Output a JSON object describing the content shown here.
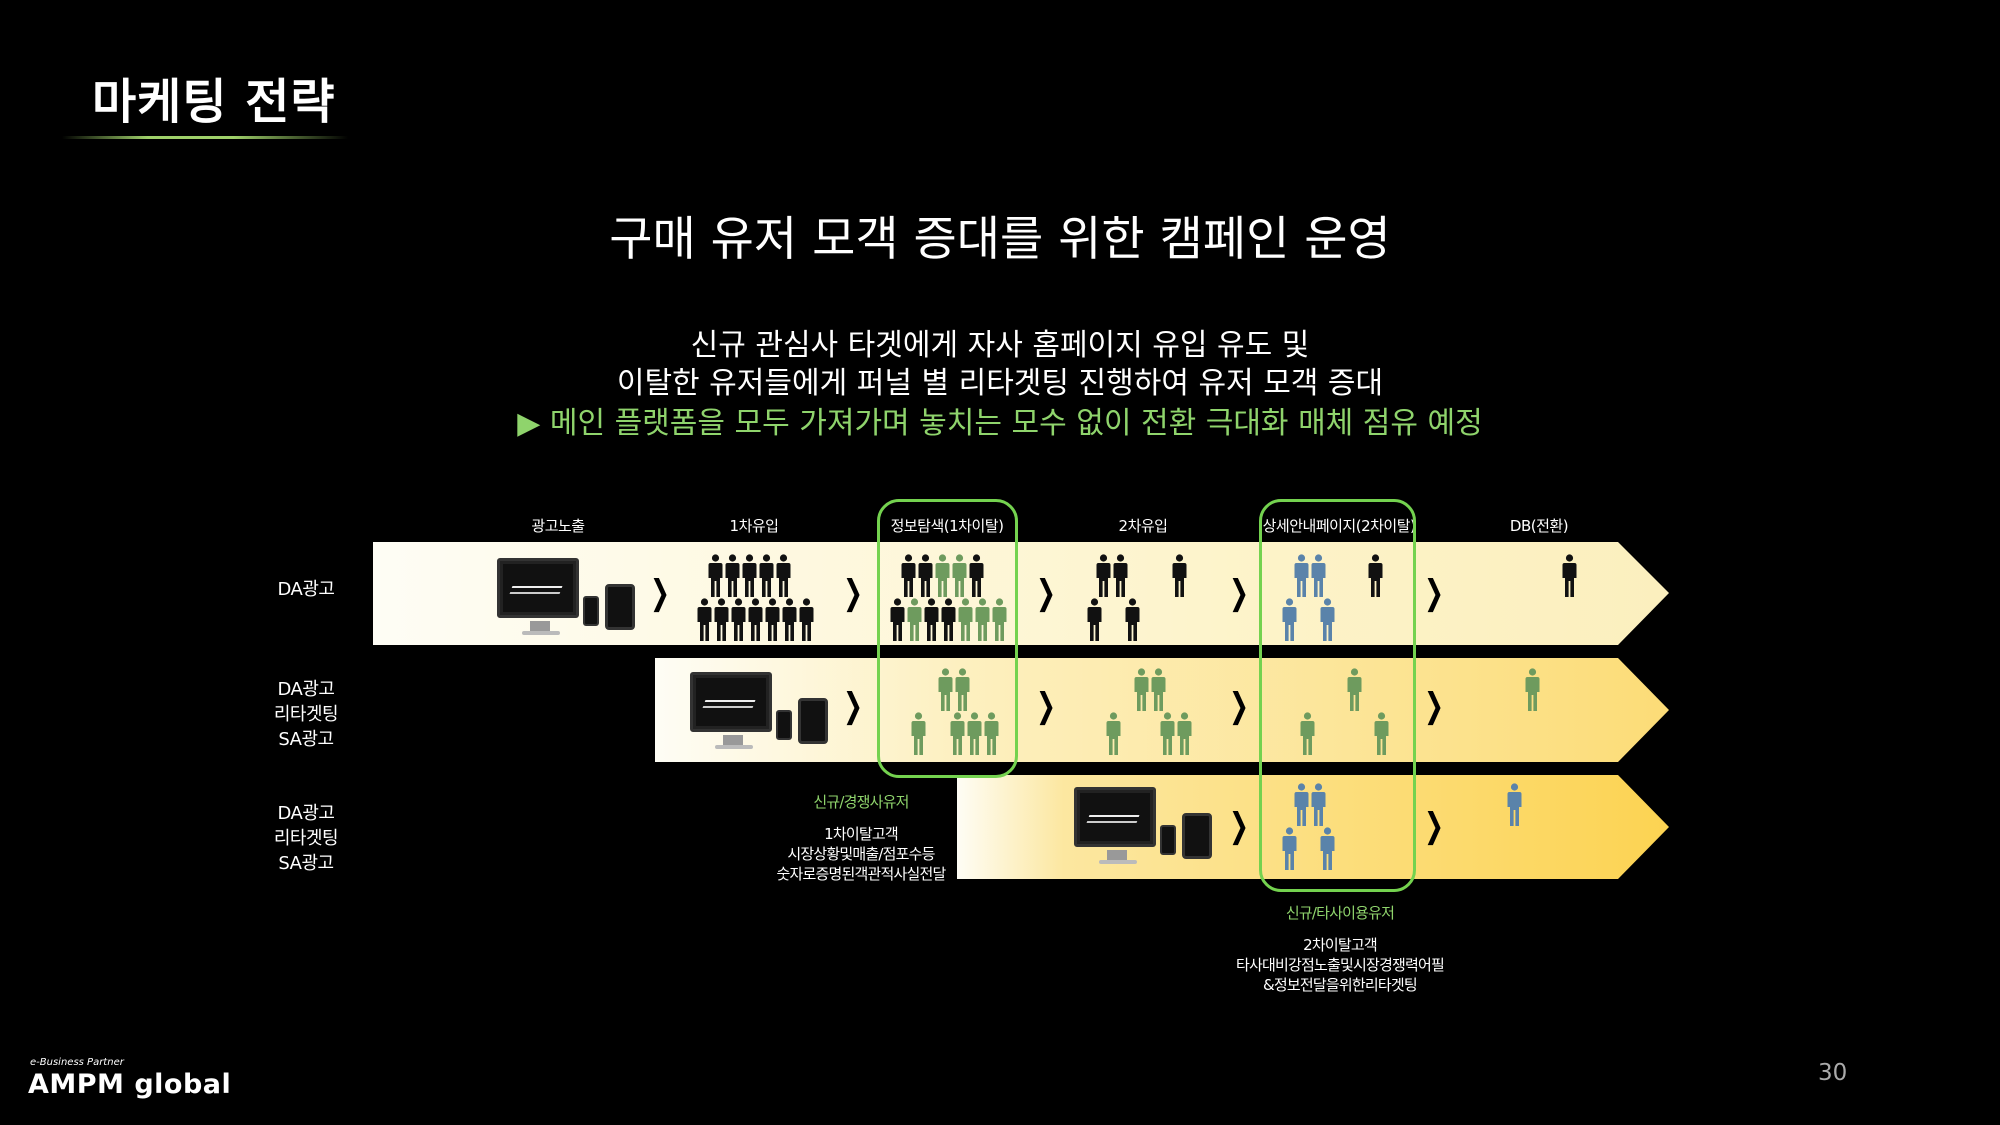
{
  "header": {
    "title": "마케팅 전략"
  },
  "main": {
    "heading": "구매 유저 모객 증대를 위한 캠페인 운영",
    "subtitle_line1": "신규 관심사 타겟에게 자사 홈페이지 유입 유도 및",
    "subtitle_line2": "이탈한 유저들에게 퍼널 별 리타겟팅 진행하여 유저 모객 증대",
    "highlight": "▶ 메인 플랫폼을 모두 가져가며 놓치는 모수 없이 전환 극대화 매체 점유 예정"
  },
  "funnel": {
    "stages": [
      "광고노출",
      "1차유입",
      "정보탐색(1차이탈)",
      "2차유입",
      "상세안내페이지(2차이탈)",
      "DB(전환)"
    ],
    "rows": [
      {
        "label_lines": [
          "DA광고"
        ]
      },
      {
        "label_lines": [
          "DA광고",
          "리타겟팅",
          "SA광고"
        ]
      },
      {
        "label_lines": [
          "DA광고",
          "리타겟팅",
          "SA광고"
        ]
      }
    ],
    "chevron_glyph": "❯",
    "notes": {
      "first": {
        "title": "신규/경쟁사유저",
        "lines": [
          "1차이탈고객",
          "시장상황및매출/점포수등",
          "숫자로증명된객관적사실전달"
        ]
      },
      "second": {
        "title": "신규/타사이용유저",
        "lines": [
          "2차이탈고객",
          "타사대비강점노출및시장경쟁력어필",
          "&정보전달을위한리타겟팅"
        ]
      }
    },
    "colors": {
      "black_person": "#111111",
      "green_person": "#6e9b5e",
      "blue_person": "#5a83aa",
      "focus_border": "#74d24f",
      "band_start": "#fefdf5",
      "band_end": "#fcd352"
    }
  },
  "footer": {
    "brand_small": "e-Business Partner",
    "brand": "AMPM global",
    "page_number": "30"
  }
}
